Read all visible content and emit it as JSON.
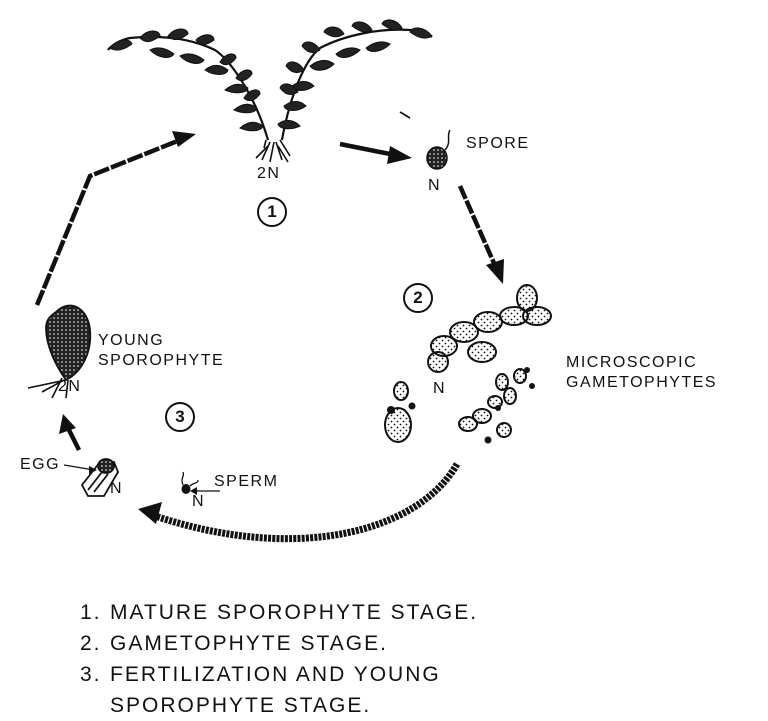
{
  "labels": {
    "spore": "SPORE",
    "ploidy_haploid": "N",
    "ploidy_diploid": "2N",
    "young_sporophyte_line1": "YOUNG",
    "young_sporophyte_line2": "SPOROPHYTE",
    "microscopic_line1": "MICROSCOPIC",
    "microscopic_line2": "GAMETOPHYTES",
    "egg": "EGG",
    "sperm": "SPERM"
  },
  "stages": [
    {
      "number": "1"
    },
    {
      "number": "2"
    },
    {
      "number": "3"
    }
  ],
  "legend": [
    {
      "number": "1.",
      "text": "MATURE SPOROPHYTE STAGE."
    },
    {
      "number": "2.",
      "text": "GAMETOPHYTE STAGE."
    },
    {
      "number": "3.",
      "text": "FERTILIZATION AND YOUNG",
      "continuation": "SPOROPHYTE STAGE."
    }
  ]
}
